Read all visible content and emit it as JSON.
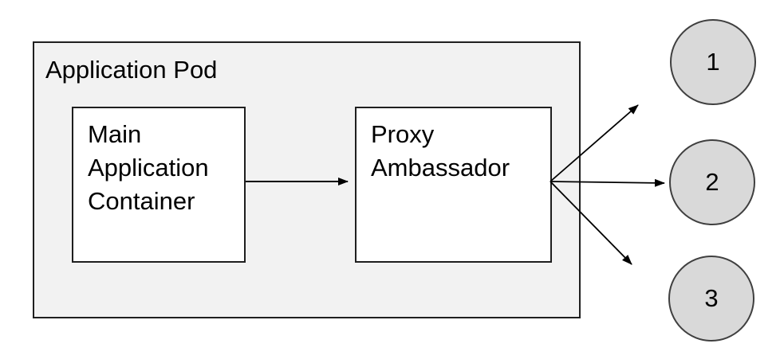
{
  "diagram": {
    "pod": {
      "label": "Application Pod"
    },
    "nodes": {
      "main": {
        "lines": [
          "Main",
          "Application",
          "Container"
        ]
      },
      "proxy": {
        "lines": [
          "Proxy",
          "Ambassador"
        ]
      }
    },
    "endpoints": [
      {
        "label": "1"
      },
      {
        "label": "2"
      },
      {
        "label": "3"
      }
    ],
    "connections": [
      {
        "from": "main",
        "to": "proxy"
      },
      {
        "from": "proxy",
        "to": "endpoint-1"
      },
      {
        "from": "proxy",
        "to": "endpoint-2"
      },
      {
        "from": "proxy",
        "to": "endpoint-3"
      }
    ],
    "colors": {
      "pod_fill": "#f2f2f2",
      "node_fill": "#ffffff",
      "box_border": "#1f1f1f",
      "endpoint_fill": "#d9d9d9",
      "endpoint_border": "#3f3f3f",
      "arrow": "#000000",
      "text": "#000000",
      "background": "#ffffff"
    }
  }
}
